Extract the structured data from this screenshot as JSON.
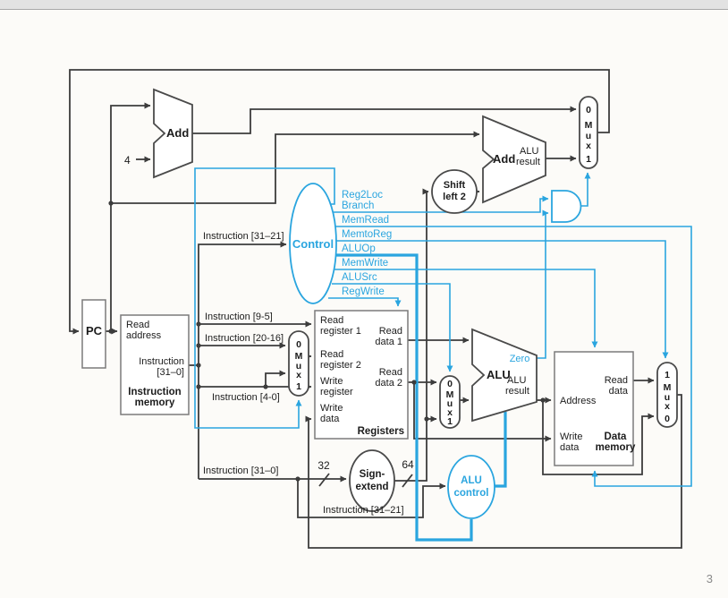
{
  "page": {
    "number": "3"
  },
  "colors": {
    "accent_blue": "#2aa5df",
    "wire_black": "#3c3c3c",
    "box_border": "#7b7b7b",
    "topbar": "#e2e2e2"
  },
  "blocks": {
    "pc": {
      "label": "PC"
    },
    "instruction_memory": {
      "read_address": [
        "Read",
        "address"
      ],
      "instruction_out": [
        "Instruction",
        "[31–0]"
      ],
      "title": [
        "Instruction",
        "memory"
      ]
    },
    "registers": {
      "read_register_1": [
        "Read",
        "register 1"
      ],
      "read_register_2": [
        "Read",
        "register 2"
      ],
      "write_register": [
        "Write",
        "register"
      ],
      "write_data": [
        "Write",
        "data"
      ],
      "read_data_1": [
        "Read",
        "data 1"
      ],
      "read_data_2": [
        "Read",
        "data 2"
      ],
      "title": "Registers"
    },
    "data_memory": {
      "address": "Address",
      "read_data": [
        "Read",
        "data"
      ],
      "write_data": [
        "Write",
        "data"
      ],
      "title": [
        "Data",
        "memory"
      ]
    },
    "add_pc": {
      "label": "Add"
    },
    "add_branch": {
      "label": "Add",
      "result": [
        "ALU",
        "result"
      ]
    },
    "alu": {
      "label": "ALU",
      "zero": "Zero",
      "result": [
        "ALU",
        "result"
      ]
    },
    "shift_left_2": {
      "label": [
        "Shift",
        "left 2"
      ]
    },
    "sign_extend": {
      "label": [
        "Sign-",
        "extend"
      ]
    },
    "control": {
      "label": "Control"
    },
    "alu_control": {
      "label": [
        "ALU",
        "control"
      ]
    }
  },
  "control_signals": [
    "Reg2Loc",
    "Branch",
    "MemRead",
    "MemtoReg",
    "ALUOp",
    "MemWrite",
    "ALUSrc",
    "RegWrite"
  ],
  "wire_labels": {
    "instr_31_21_top": "Instruction [31–21]",
    "instr_9_5": "Instruction [9-5]",
    "instr_20_16": "Instruction [20-16]",
    "instr_4_0": "Instruction [4-0]",
    "instr_31_0": "Instruction [31–0]",
    "instr_31_21_bottom": "Instruction [31–21]",
    "const_4": "4",
    "width_32": "32",
    "width_64": "64"
  },
  "muxes": {
    "zero": "0",
    "one": "1",
    "m": "M",
    "u": "u",
    "x": "x"
  }
}
